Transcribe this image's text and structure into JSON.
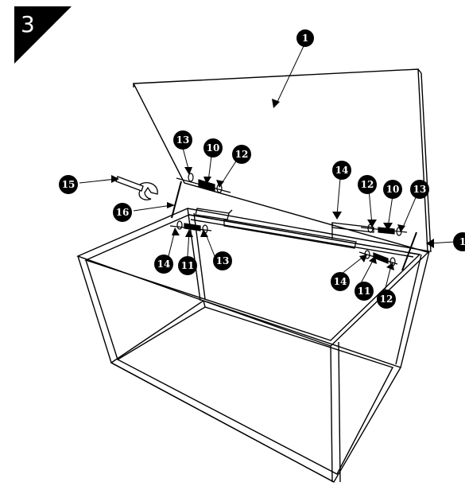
{
  "step": {
    "number": "3"
  },
  "callouts": {
    "c1": "1",
    "c10a": "10",
    "c10b": "10",
    "c11a": "11",
    "c11b": "11",
    "c12a": "12",
    "c12b": "12",
    "c13a": "13",
    "c13b": "13",
    "c13c": "13",
    "c14a": "14",
    "c14b": "14",
    "c14c": "14",
    "c15": "15",
    "c16": "16",
    "c_partial": "1"
  },
  "parts": [
    {
      "id": "lid",
      "icon": "lid-panel"
    },
    {
      "id": "box",
      "icon": "box-frame"
    },
    {
      "id": "hinge-left",
      "icon": "hinge-icon"
    },
    {
      "id": "hinge-right",
      "icon": "hinge-icon"
    },
    {
      "id": "wrench",
      "icon": "wrench-icon"
    },
    {
      "id": "bolt",
      "icon": "bolt-icon"
    },
    {
      "id": "washer",
      "icon": "washer-icon"
    },
    {
      "id": "nut",
      "icon": "nut-icon"
    }
  ],
  "colors": {
    "ink": "#000000",
    "paper": "#ffffff"
  }
}
